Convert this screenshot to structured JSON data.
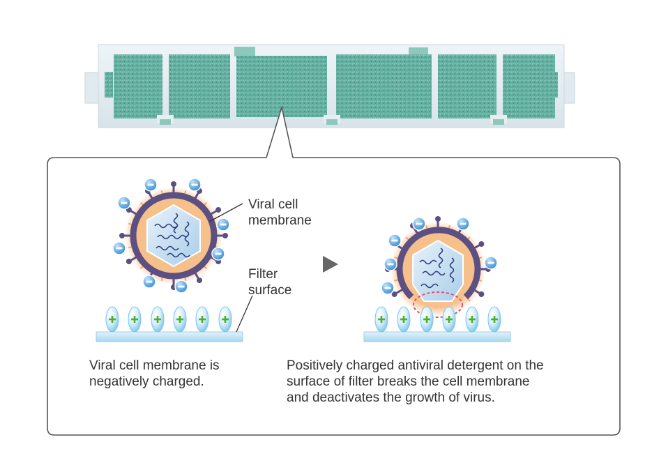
{
  "labels": {
    "viral_membrane": "Viral cell\nmembrane",
    "filter_surface": "Filter\nsurface"
  },
  "captions": {
    "left": "Viral cell membrane is\nnegatively charged.",
    "right": "Positively charged antiviral detergent on the\nsurface of filter breaks the cell membrane\nand deactivates the growth of virus."
  },
  "colors": {
    "callout_border": "#555555",
    "frame": "#e6eef2",
    "filter_fill": "#5fae9e",
    "virus_core": "#cfe3f5",
    "virus_shell": "#5c4f82",
    "glow": "#f7a35a",
    "negative_ion": "#3d9ad8",
    "positive_ion": "#6bbf3a",
    "surface_bar": "#c8e6f5",
    "damage_circle": "#e0506f",
    "arrow": "#666666"
  },
  "icons": {
    "negative": "minus-circle-icon",
    "positive": "plus-oval-icon",
    "step_arrow": "play-triangle-icon"
  }
}
